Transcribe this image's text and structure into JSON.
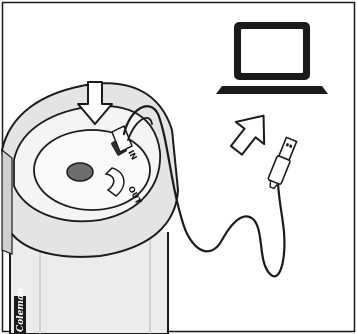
{
  "labels": {
    "port_in": "IN",
    "port_out": "OUT",
    "brand": "Coleman"
  },
  "icons": {
    "laptop": "laptop-icon",
    "press_arrow": "down-arrow-icon",
    "upload_arrow": "up-arrow-icon",
    "usb_plug": "usb-plug-icon"
  },
  "colors": {
    "line": "#1a1a1a",
    "body_fill": "#e6e6e6",
    "panel_fill": "#f4f4f4",
    "background": "#ffffff"
  }
}
